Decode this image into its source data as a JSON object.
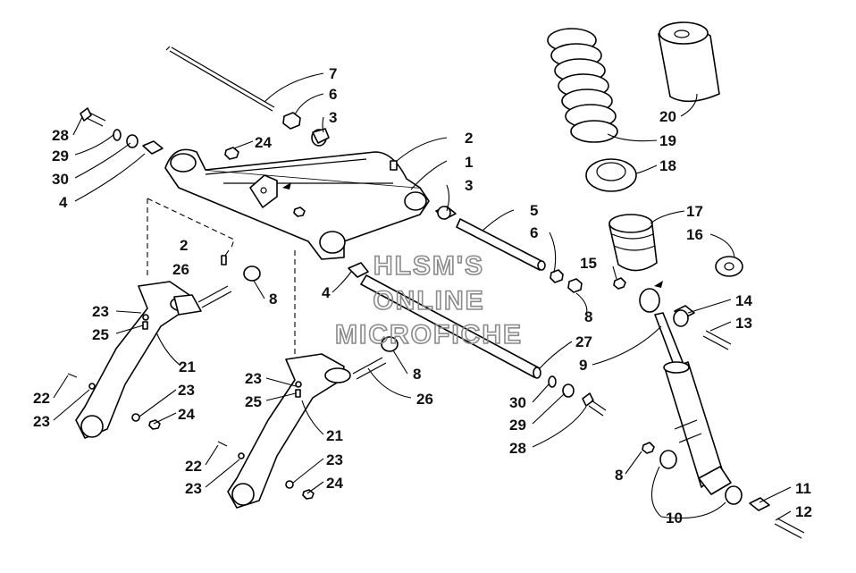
{
  "watermark": {
    "lines": [
      "HLSM'S",
      "ONLINE",
      "MICROFICHE"
    ],
    "color": "#8a8a8a"
  },
  "callouts": [
    {
      "id": "c7",
      "text": "7"
    },
    {
      "id": "c6a",
      "text": "6"
    },
    {
      "id": "c3a",
      "text": "3"
    },
    {
      "id": "c28a",
      "text": "28"
    },
    {
      "id": "c29a",
      "text": "29"
    },
    {
      "id": "c30a",
      "text": "30"
    },
    {
      "id": "c4a",
      "text": "4"
    },
    {
      "id": "c24a",
      "text": "24"
    },
    {
      "id": "c2a",
      "text": "2"
    },
    {
      "id": "c1",
      "text": "1"
    },
    {
      "id": "c3b",
      "text": "3"
    },
    {
      "id": "c5",
      "text": "5"
    },
    {
      "id": "c6b",
      "text": "6"
    },
    {
      "id": "c2b",
      "text": "2"
    },
    {
      "id": "c26a",
      "text": "26"
    },
    {
      "id": "c8a",
      "text": "8"
    },
    {
      "id": "c4b",
      "text": "4"
    },
    {
      "id": "c15",
      "text": "15"
    },
    {
      "id": "c8b",
      "text": "8"
    },
    {
      "id": "c23a",
      "text": "23"
    },
    {
      "id": "c25a",
      "text": "25"
    },
    {
      "id": "c21a",
      "text": "21"
    },
    {
      "id": "c22a",
      "text": "22"
    },
    {
      "id": "c23b",
      "text": "23"
    },
    {
      "id": "c23c",
      "text": "23"
    },
    {
      "id": "c24b",
      "text": "24"
    },
    {
      "id": "c23d",
      "text": "23"
    },
    {
      "id": "c25b",
      "text": "25"
    },
    {
      "id": "c8c",
      "text": "8"
    },
    {
      "id": "c26b",
      "text": "26"
    },
    {
      "id": "c21b",
      "text": "21"
    },
    {
      "id": "c22b",
      "text": "22"
    },
    {
      "id": "c23e",
      "text": "23"
    },
    {
      "id": "c23f",
      "text": "23"
    },
    {
      "id": "c24c",
      "text": "24"
    },
    {
      "id": "c27",
      "text": "27"
    },
    {
      "id": "c9",
      "text": "9"
    },
    {
      "id": "c30b",
      "text": "30"
    },
    {
      "id": "c29b",
      "text": "29"
    },
    {
      "id": "c28b",
      "text": "28"
    },
    {
      "id": "c20",
      "text": "20"
    },
    {
      "id": "c19",
      "text": "19"
    },
    {
      "id": "c18",
      "text": "18"
    },
    {
      "id": "c17",
      "text": "17"
    },
    {
      "id": "c16",
      "text": "16"
    },
    {
      "id": "c14",
      "text": "14"
    },
    {
      "id": "c13",
      "text": "13"
    },
    {
      "id": "c8d",
      "text": "8"
    },
    {
      "id": "c10",
      "text": "10"
    },
    {
      "id": "c11",
      "text": "11"
    },
    {
      "id": "c12",
      "text": "12"
    }
  ]
}
